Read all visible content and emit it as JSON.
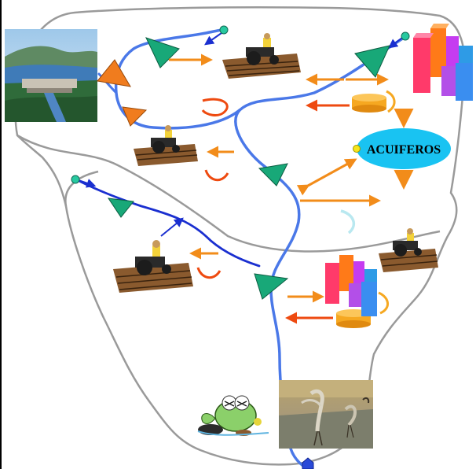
{
  "diagram": {
    "aquifer_label": "ACUIFEROS",
    "colors": {
      "river": "#4a78e8",
      "tributary": "#1a2fd0",
      "basin_outline": "#9a9a9a",
      "gauge_triangle": "#18a878",
      "dam_triangle": "#f07c1e",
      "abstraction_arrow": "#f28c1a",
      "return_arrow": "#ee4a10",
      "aquifer": "#19c3f2",
      "storage_tank": "#f6a821",
      "recharge_swirl": "#b9e8f0"
    },
    "icons": [
      "reservoir-dam-photo",
      "tractor-icon",
      "city-buildings-icon",
      "wetland-birds-photo",
      "polluted-fish-icon"
    ]
  }
}
